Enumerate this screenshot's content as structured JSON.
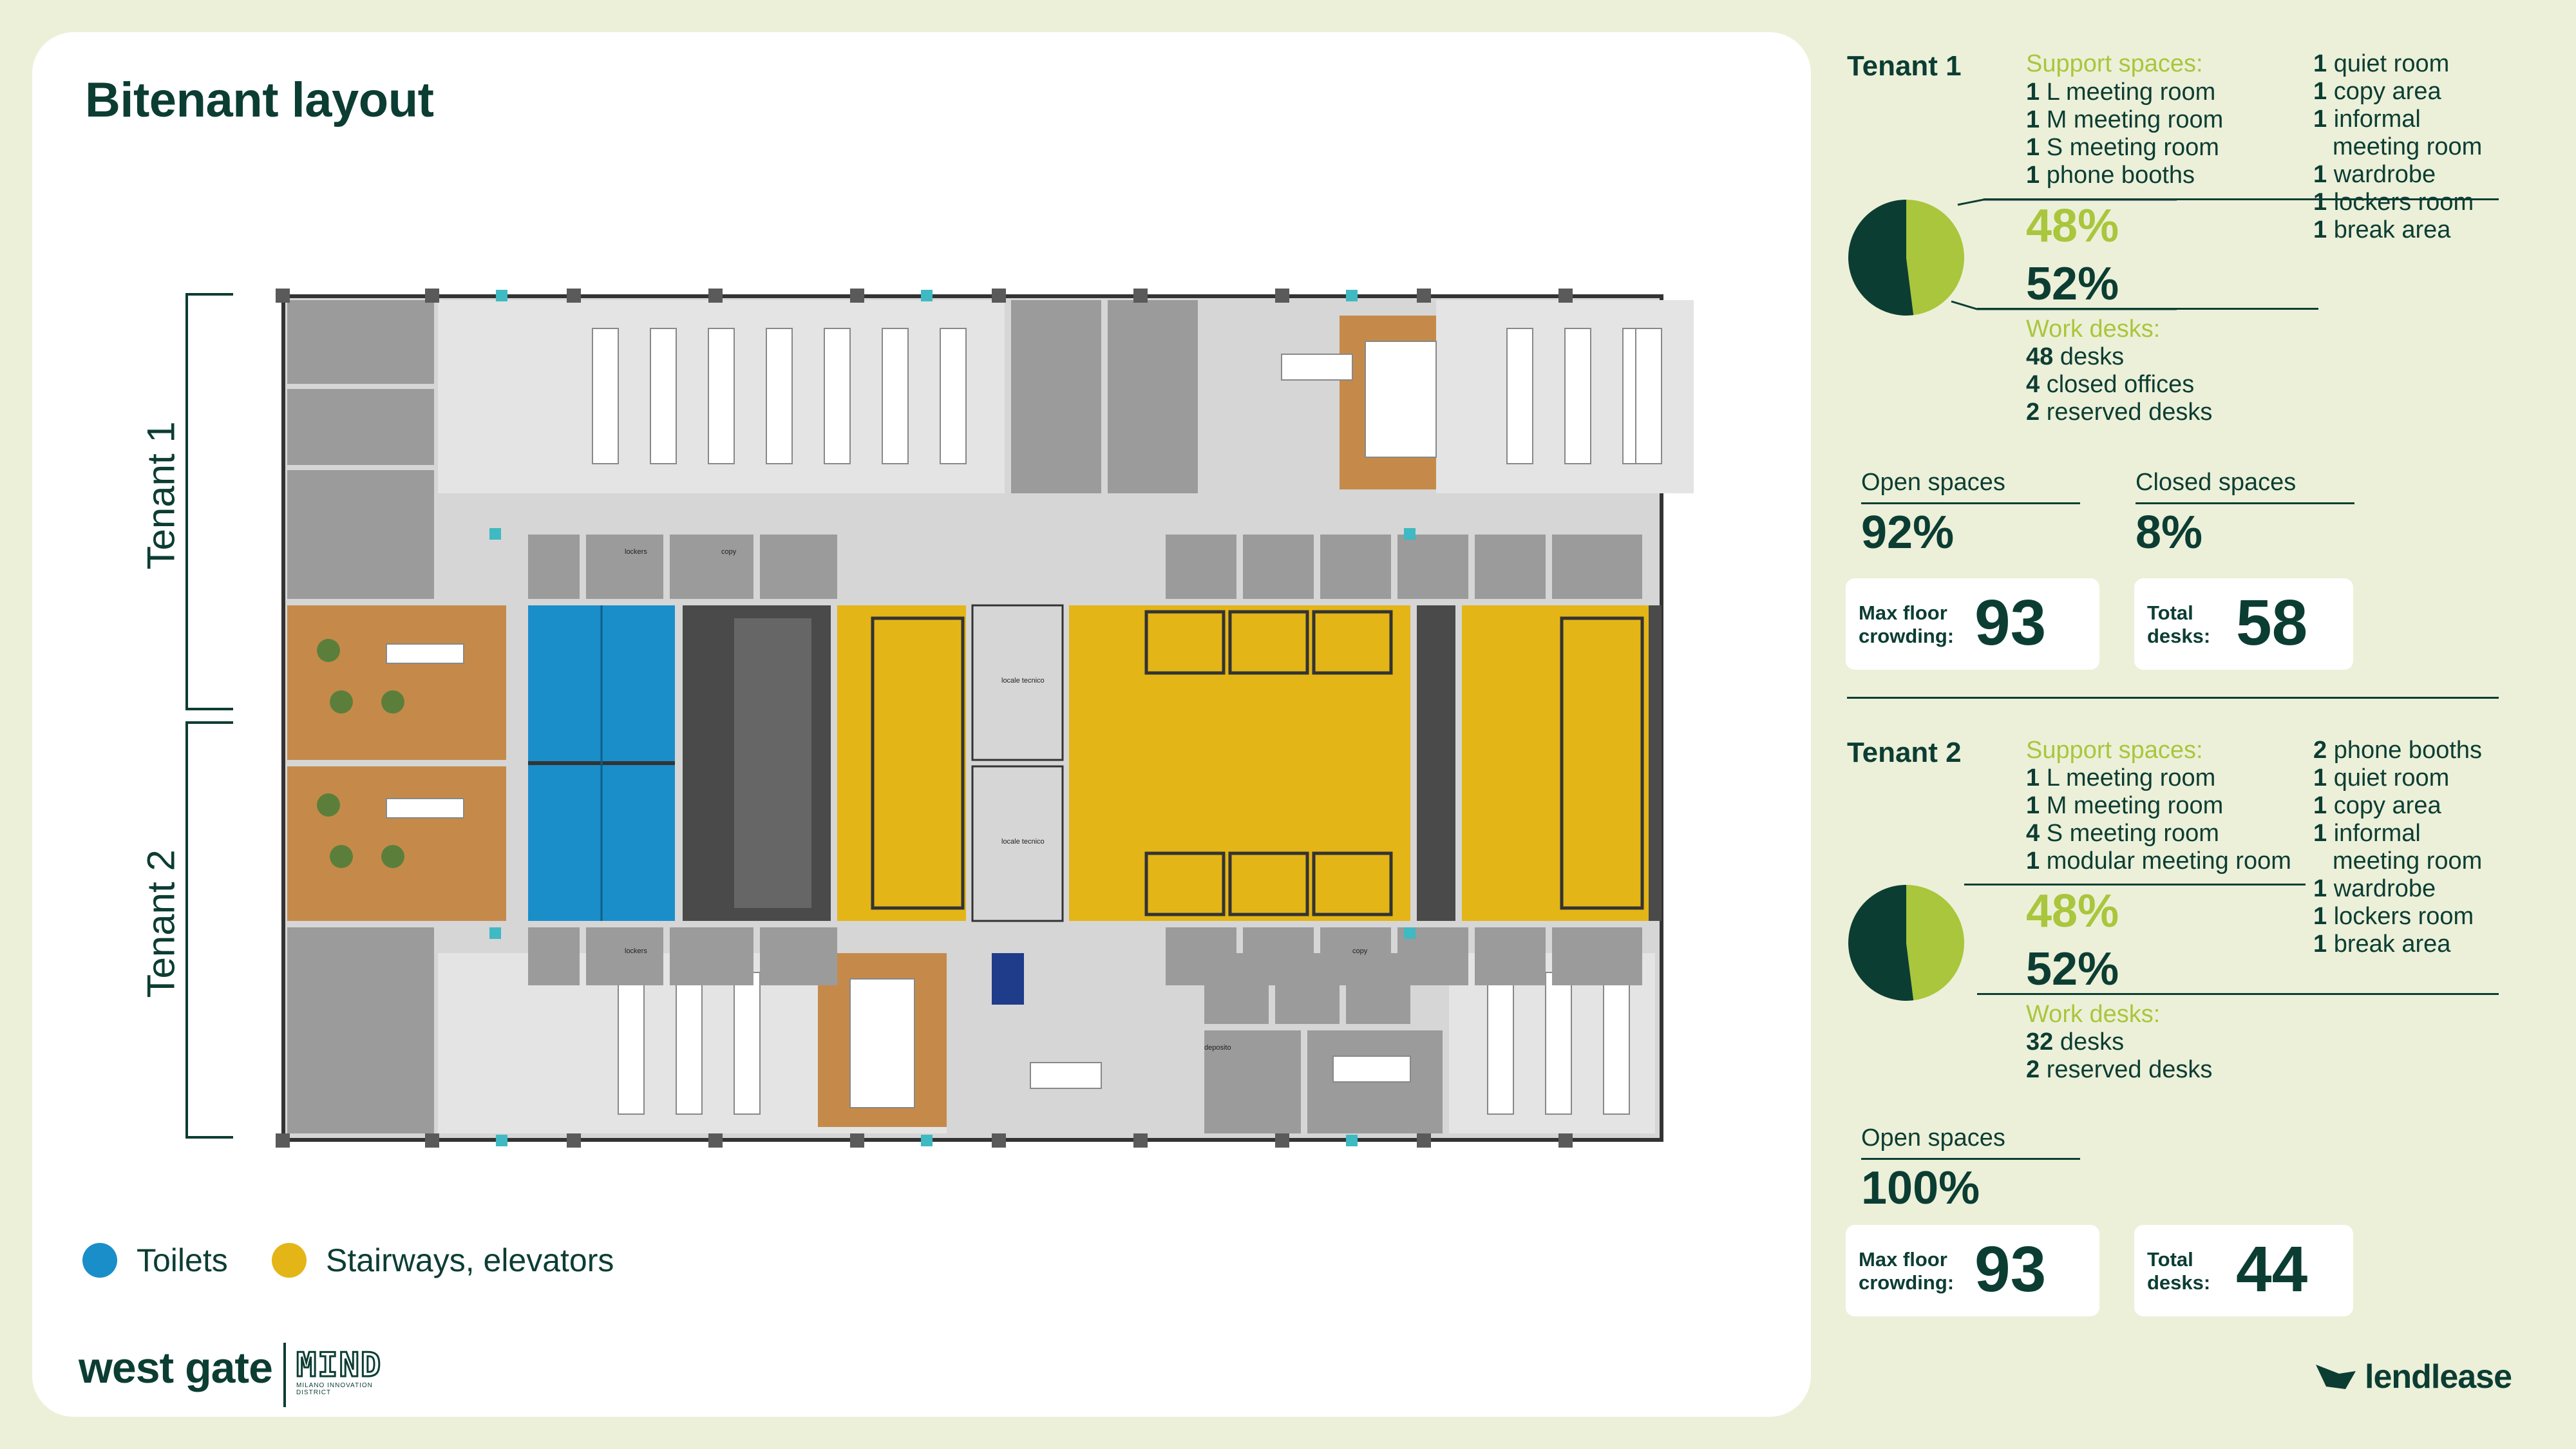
{
  "title": "Bitenant layout",
  "tenant_labels": [
    "Tenant 1",
    "Tenant 2"
  ],
  "legend": [
    {
      "label": "Toilets",
      "color": "#1a8ec9"
    },
    {
      "label": "Stairways, elevators",
      "color": "#e3b517"
    }
  ],
  "brand": {
    "westgate": "west gate",
    "mind": "MIND",
    "mind_sub": "MILANO INNOVATION DISTRICT",
    "lendlease": "lendlease"
  },
  "room_labels": {
    "lockers": "lockers",
    "copy": "copy",
    "locale_tecnico": "locale tecnico",
    "deposito": "deposito"
  },
  "tenant1": {
    "title": "Tenant 1",
    "support_header": "Support spaces:",
    "support_col1": [
      {
        "n": "1",
        "t": "L meeting room"
      },
      {
        "n": "1",
        "t": "M meeting room"
      },
      {
        "n": "1",
        "t": "S meeting room"
      },
      {
        "n": "1",
        "t": "phone booths"
      }
    ],
    "support_col2": [
      {
        "n": "1",
        "t": "quiet room"
      },
      {
        "n": "1",
        "t": "copy area"
      },
      {
        "n": "1",
        "t": "informal"
      },
      {
        "n": "",
        "t": "meeting room"
      },
      {
        "n": "1",
        "t": "wardrobe"
      },
      {
        "n": "1",
        "t": "lockers room"
      },
      {
        "n": "1",
        "t": "break area"
      }
    ],
    "pct_support": "48%",
    "pct_work": "52%",
    "pie_support_fraction": 0.48,
    "work_header": "Work desks:",
    "work": [
      {
        "n": "48",
        "t": "desks"
      },
      {
        "n": "4",
        "t": "closed offices"
      },
      {
        "n": "2",
        "t": "reserved desks"
      }
    ],
    "open_label": "Open spaces",
    "open_value": "92%",
    "closed_label": "Closed spaces",
    "closed_value": "8%",
    "max_label_1": "Max floor",
    "max_label_2": "crowding:",
    "max_value": "93",
    "total_label_1": "Total",
    "total_label_2": "desks:",
    "total_value": "58"
  },
  "tenant2": {
    "title": "Tenant 2",
    "support_header": "Support spaces:",
    "support_col1": [
      {
        "n": "1",
        "t": "L meeting room"
      },
      {
        "n": "1",
        "t": "M meeting room"
      },
      {
        "n": "4",
        "t": "S meeting room"
      },
      {
        "n": "1",
        "t": "modular meeting room"
      }
    ],
    "support_col2": [
      {
        "n": "2",
        "t": "phone booths"
      },
      {
        "n": "1",
        "t": "quiet room"
      },
      {
        "n": "1",
        "t": "copy area"
      },
      {
        "n": "1",
        "t": "informal"
      },
      {
        "n": "",
        "t": "meeting room"
      },
      {
        "n": "1",
        "t": "wardrobe"
      },
      {
        "n": "1",
        "t": "lockers room"
      },
      {
        "n": "1",
        "t": "break area"
      }
    ],
    "pct_support": "48%",
    "pct_work": "52%",
    "pie_support_fraction": 0.48,
    "work_header": "Work desks:",
    "work": [
      {
        "n": "32",
        "t": "desks"
      },
      {
        "n": "2",
        "t": "reserved desks"
      }
    ],
    "open_label": "Open spaces",
    "open_value": "100%",
    "max_label_1": "Max floor",
    "max_label_2": "crowding:",
    "max_value": "93",
    "total_label_1": "Total",
    "total_label_2": "desks:",
    "total_value": "44"
  }
}
